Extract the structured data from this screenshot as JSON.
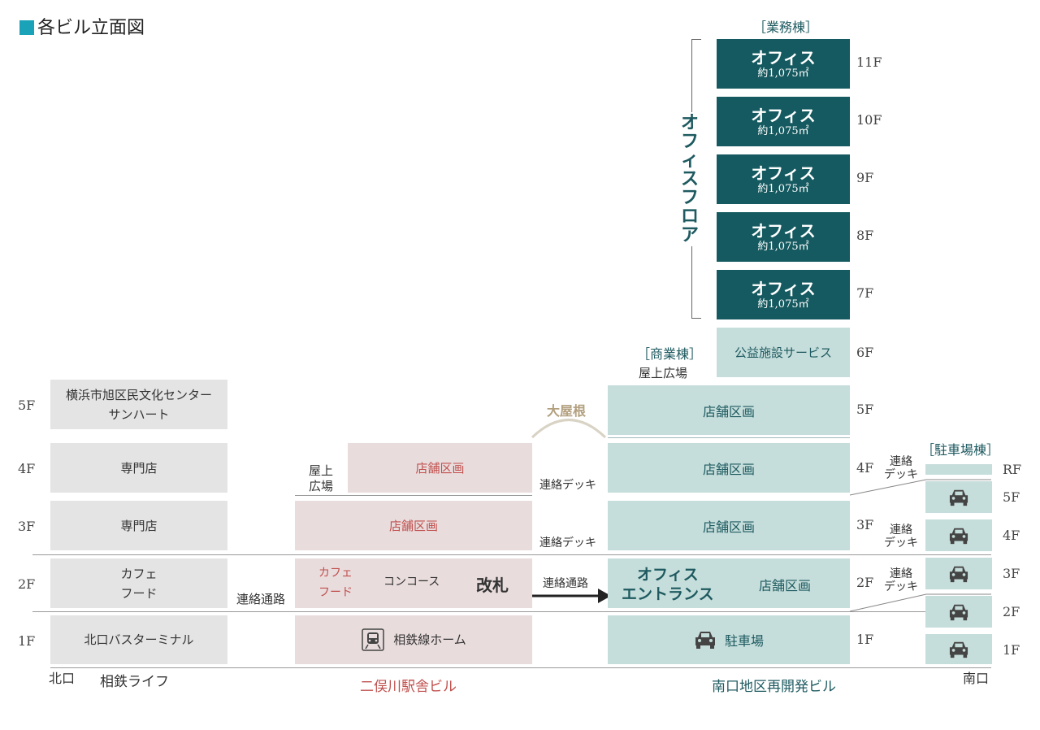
{
  "title": "■各ビル立面図",
  "colors": {
    "accent": "#1aa3b8",
    "office_dark": "#155a60",
    "teal_light": "#c6dedb",
    "pink": "#e9dcdd",
    "gray": "#e4e4e4",
    "red_text": "#c0504d"
  },
  "office_tower": {
    "heading": "［業務棟］",
    "vertical_label": "オフィスフロア",
    "floors": [
      {
        "name": "オフィス",
        "area": "約1,075㎡",
        "level": "11F"
      },
      {
        "name": "オフィス",
        "area": "約1,075㎡",
        "level": "10F"
      },
      {
        "name": "オフィス",
        "area": "約1,075㎡",
        "level": "9F"
      },
      {
        "name": "オフィス",
        "area": "約1,075㎡",
        "level": "8F"
      },
      {
        "name": "オフィス",
        "area": "約1,075㎡",
        "level": "7F"
      }
    ],
    "f6": {
      "name": "公益施設サービス",
      "level": "6F"
    }
  },
  "commercial": {
    "heading": "［商業棟］",
    "rooftop": "屋上広場",
    "f5": {
      "name": "店舗区画",
      "level": "5F"
    },
    "f4": {
      "name": "店舗区画",
      "level": "4F"
    },
    "f3": {
      "name": "店舗区画",
      "level": "3F"
    },
    "f2": {
      "office_entrance": "オフィス\nエントランス",
      "name": "店舗区画",
      "level": "2F"
    },
    "f1": {
      "name": "駐車場",
      "level": "1F"
    }
  },
  "parking": {
    "heading": "［駐車場棟］",
    "levels": [
      "RF",
      "5F",
      "4F",
      "3F",
      "2F",
      "1F"
    ]
  },
  "sotetsu": {
    "floors": [
      {
        "level": "5F",
        "name": "横浜市旭区民文化センター\nサンハート"
      },
      {
        "level": "4F",
        "name": "専門店"
      },
      {
        "level": "3F",
        "name": "専門店"
      },
      {
        "level": "2F",
        "name": "カフェ\nフード"
      },
      {
        "level": "1F",
        "name": "北口バスターミナル"
      }
    ]
  },
  "station": {
    "rooftop": "屋上\n広場",
    "f4": "店舗区画",
    "f3": "店舗区画",
    "f2_cafe": "カフェ\nフード",
    "f2_concourse": "コンコース",
    "f2_gate": "改札",
    "f1": "相鉄線ホーム",
    "oyane": "大屋根"
  },
  "connectors": {
    "passage_left": "連絡通路",
    "deck_4f": "連絡デッキ",
    "deck_3f": "連絡デッキ",
    "passage_2f": "連絡通路",
    "deck_p4": "連絡\nデッキ",
    "deck_p3": "連絡\nデッキ",
    "deck_p2": "連絡\nデッキ"
  },
  "bottom": {
    "north_exit": "北口",
    "sotetsu_life": "相鉄ライフ",
    "station_bldg": "二俣川駅舎ビル",
    "south_bldg": "南口地区再開発ビル",
    "south_exit": "南口"
  }
}
